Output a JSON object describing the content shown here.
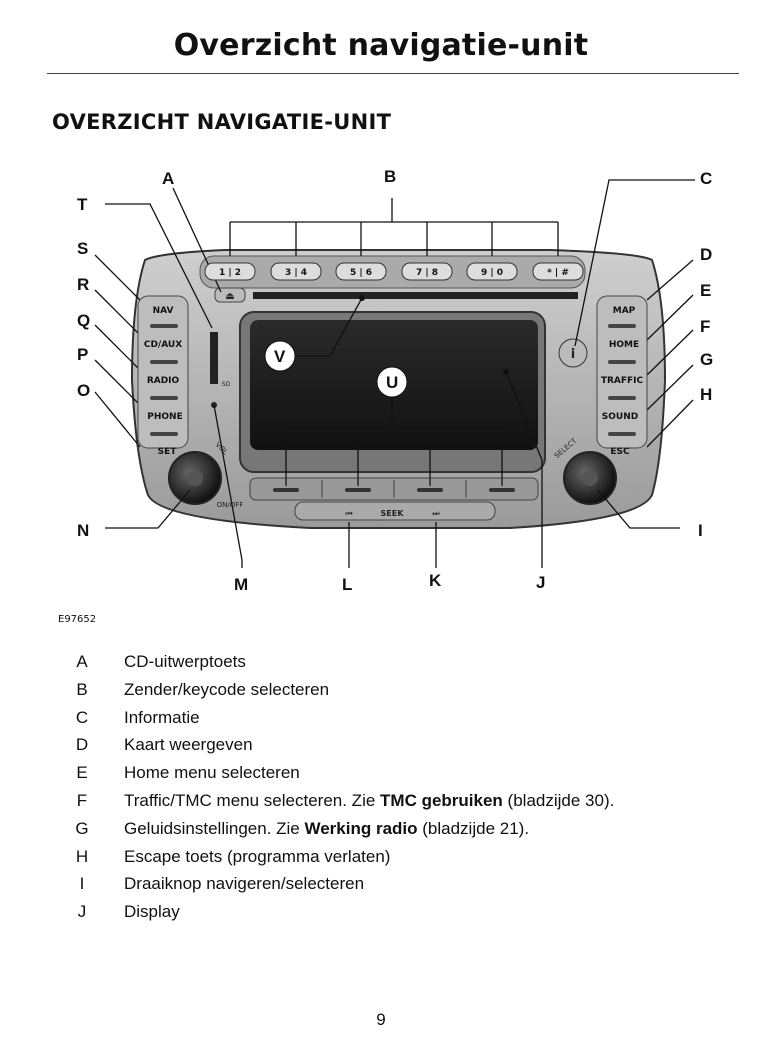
{
  "header": {
    "title": "Overzicht navigatie-unit"
  },
  "section": {
    "heading": "OVERZICHT NAVIGATIE-UNIT"
  },
  "figure": {
    "callouts": [
      "A",
      "B",
      "C",
      "D",
      "E",
      "F",
      "G",
      "H",
      "I",
      "J",
      "K",
      "L",
      "M",
      "N",
      "O",
      "P",
      "Q",
      "R",
      "S",
      "T",
      "U",
      "V"
    ],
    "preset_keys": [
      "1 | 2",
      "3 | 4",
      "5 | 6",
      "7 | 8",
      "9 | 0",
      "* | #"
    ],
    "left_buttons": [
      "NAV",
      "CD/AUX",
      "RADIO",
      "PHONE",
      "SET"
    ],
    "right_buttons": [
      "MAP",
      "HOME",
      "TRAFFIC",
      "SOUND",
      "ESC"
    ],
    "info_button": "i",
    "knob_left_labels": [
      "VOL",
      "ON/OFF"
    ],
    "knob_right_label": "SELECT",
    "seek_label": "SEEK",
    "seek_back": "⏮",
    "seek_fwd": "⏭",
    "sd_label": "SD",
    "figure_id": "E97652"
  },
  "legend": [
    {
      "letter": "A",
      "text": "CD-uitwerptoets"
    },
    {
      "letter": "B",
      "text": "Zender/keycode selecteren"
    },
    {
      "letter": "C",
      "text": "Informatie"
    },
    {
      "letter": "D",
      "text": "Kaart weergeven"
    },
    {
      "letter": "E",
      "text": "Home menu selecteren"
    },
    {
      "letter": "F",
      "text": "Traffic/TMC menu selecteren.  Zie ",
      "ref": "TMC gebruiken",
      "after": "  (bladzijde 30)."
    },
    {
      "letter": "G",
      "text": "Geluidsinstellingen.  Zie ",
      "ref": "Werking radio",
      "after": "  (bladzijde 21)."
    },
    {
      "letter": "H",
      "text": "Escape toets (programma verlaten)"
    },
    {
      "letter": "I",
      "text": "Draaiknop navigeren/selecteren"
    },
    {
      "letter": "J",
      "text": "Display"
    }
  ],
  "footer": {
    "page_number": "9"
  }
}
